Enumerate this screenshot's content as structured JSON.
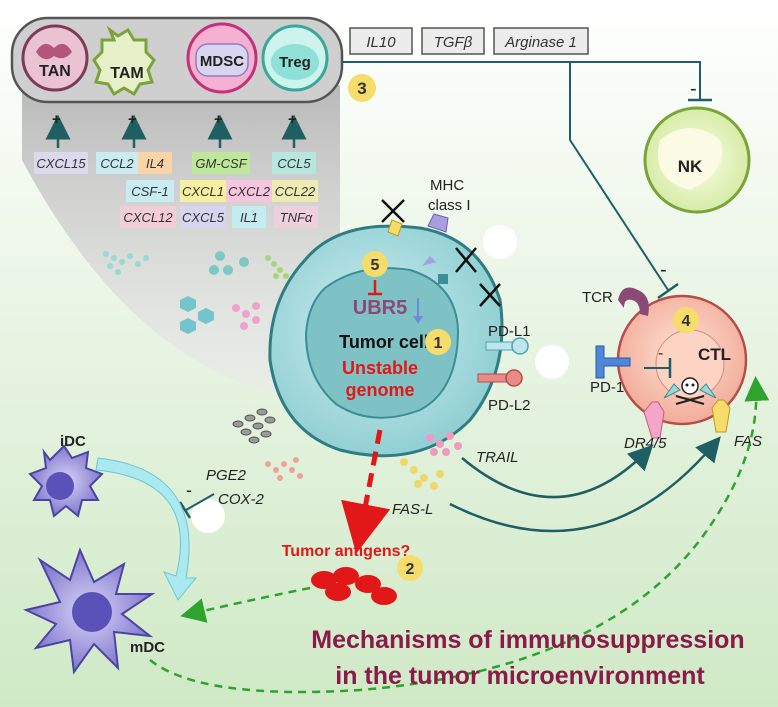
{
  "title": {
    "line1": "Mechanisms of immunosuppression",
    "line2": "in the tumor microenvironment",
    "color": "#8b1a4a"
  },
  "suppressor_cells": [
    {
      "label": "TAN",
      "color": "#d9a1b8"
    },
    {
      "label": "TAM",
      "color": "#c8dd8a"
    },
    {
      "label": "MDSC",
      "color": "#f39ac4"
    },
    {
      "label": "Treg",
      "color": "#8fe0d6"
    }
  ],
  "secreted_factors": [
    "IL10",
    "TGFβ",
    "Arginase 1"
  ],
  "cytokines": {
    "row1": [
      {
        "label": "CXCL15",
        "color": "#dcd9ec"
      },
      {
        "label": "CCL2",
        "color": "#c9ecf2"
      },
      {
        "label": "IL4",
        "color": "#fbd3a7"
      },
      {
        "label": "GM-CSF",
        "color": "#bde89a"
      },
      {
        "label": "CCL5",
        "color": "#b7e6df"
      }
    ],
    "row2": [
      {
        "label": "CSF-1",
        "color": "#c9ecf2"
      },
      {
        "label": "CXCL1",
        "color": "#f7efa0"
      },
      {
        "label": "CXCL2",
        "color": "#f7c6de"
      },
      {
        "label": "CCL22",
        "color": "#ecebb2"
      }
    ],
    "row3": [
      {
        "label": "CXCL12",
        "color": "#f3cdd6"
      },
      {
        "label": "CXCL5",
        "color": "#d7d4ef"
      },
      {
        "label": "IL1",
        "color": "#c5ecf0"
      },
      {
        "label": "TNFα",
        "color": "#eed0dc"
      }
    ]
  },
  "plus_sign": "+",
  "minus_sign": "-",
  "labels": {
    "nk": "NK",
    "mhc": "MHC",
    "mhc2": "class I",
    "tumor_cell": "Tumor cell",
    "unstable1": "Unstable",
    "unstable2": "genome",
    "ubr5": "UBR5",
    "pdl1": "PD-L1",
    "pdl2": "PD-L2",
    "tcr": "TCR",
    "ctl": "CTL",
    "pd1": "PD-1",
    "dr45": "DR4/5",
    "fas": "FAS",
    "trail": "TRAIL",
    "fasl": "FAS-L",
    "pge2": "PGE2",
    "cox2": "COX-2",
    "idc": "iDC",
    "mdc": "mDC",
    "tumor_antigens": "Tumor antigens?"
  },
  "step_numbers": [
    "1",
    "2",
    "3",
    "4",
    "5"
  ],
  "colors": {
    "tumor": "#9fd5d8",
    "nucleus": "#7ec2c6",
    "ctl": "#f8c2a8",
    "nk": "#eaf5c2",
    "dc": "#8e86d8",
    "marker": "#f6dc6a",
    "antigen": "#e21818",
    "panel": "#d4d4d4"
  }
}
